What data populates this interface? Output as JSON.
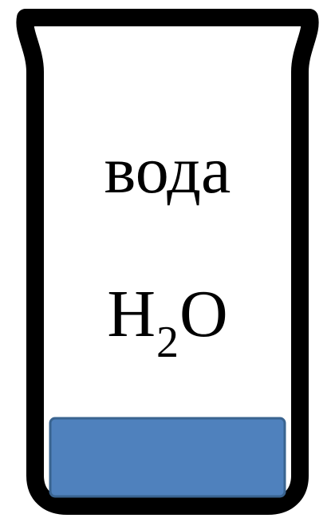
{
  "beaker": {
    "label_name": "вода",
    "formula": {
      "element_1": "H",
      "subscript": "2",
      "element_2": "O"
    }
  },
  "liquid": {
    "fill_level": 0.17,
    "color": "#4f81bd",
    "border_color": "#3a6490"
  },
  "glass": {
    "outline_color": "#000000",
    "interior_color": "#ffffff"
  }
}
